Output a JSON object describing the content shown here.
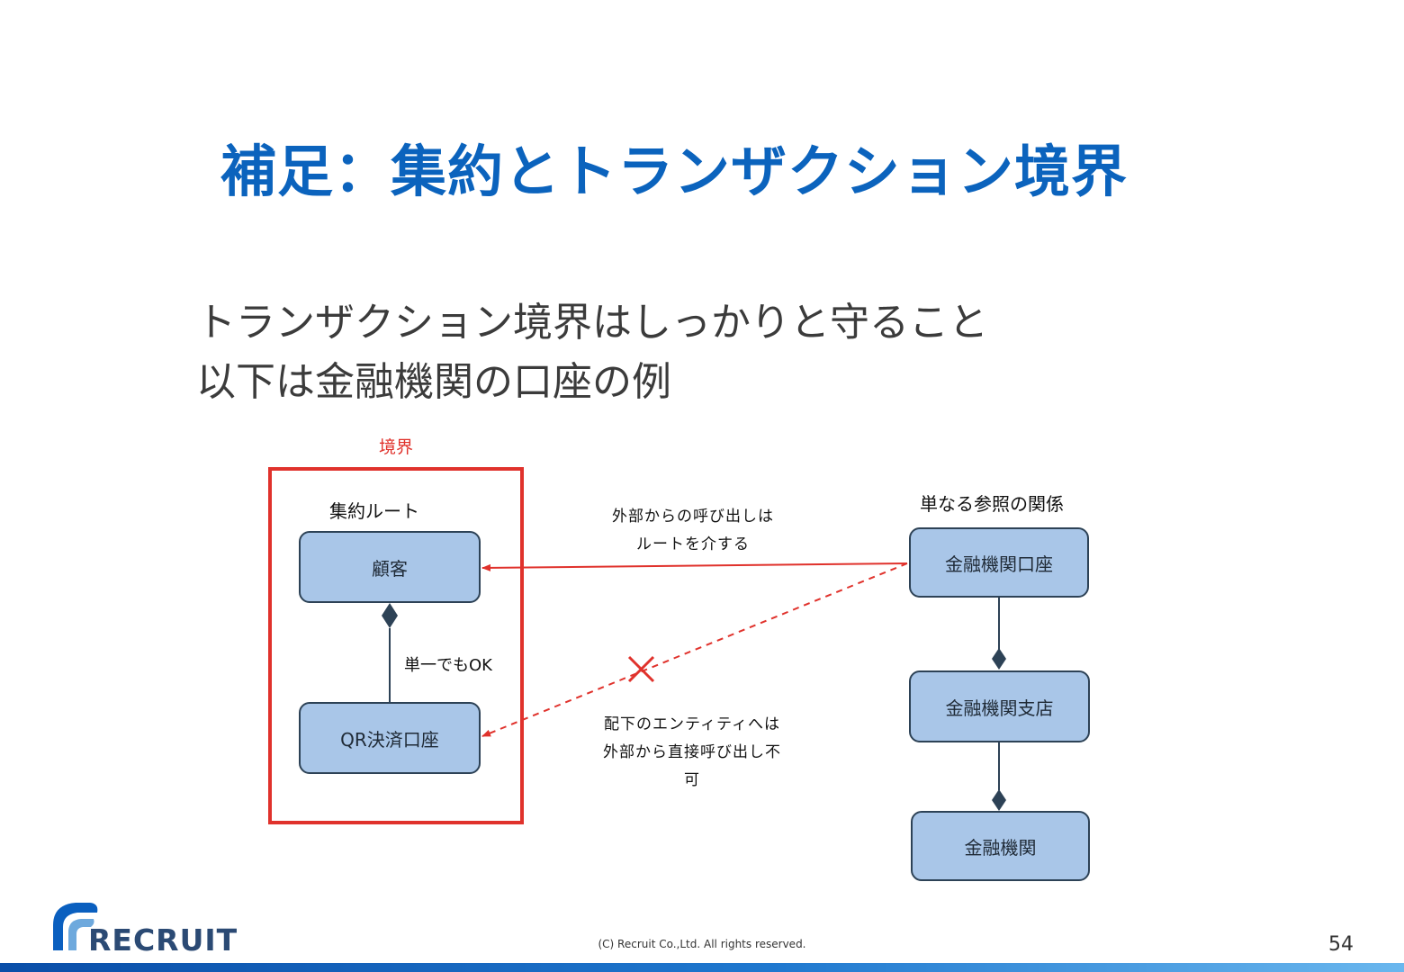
{
  "slide": {
    "title": "補足：集約とトランザクション境界",
    "body_lines": [
      "トランザクション境界はしっかりと守ること",
      "以下は金融機関の口座の例"
    ],
    "page_number": "54",
    "copyright": "(C) Recruit Co.,Ltd. All rights reserved.",
    "logo_text": "RECRUIT"
  },
  "diagram": {
    "boundary_label": "境界",
    "aggregate_root_label": "集約ルート",
    "left_boxes": [
      "顧客",
      "QR決済口座"
    ],
    "composition_label": "単一でもOK",
    "reference_label": "単なる参照の関係",
    "right_boxes": [
      "金融機関口座",
      "金融機関支店",
      "金融機関"
    ],
    "note_allowed": [
      "外部からの呼び出しは",
      "ルートを介する"
    ],
    "note_forbidden": [
      "配下のエンティティへは",
      "外部から直接呼び出し不",
      "可"
    ],
    "colors": {
      "title": "#0b63bd",
      "boundary": "#e0322c",
      "box_fill": "#a9c6e8",
      "box_stroke": "#2d4256",
      "arrow": "#e0322c"
    }
  }
}
